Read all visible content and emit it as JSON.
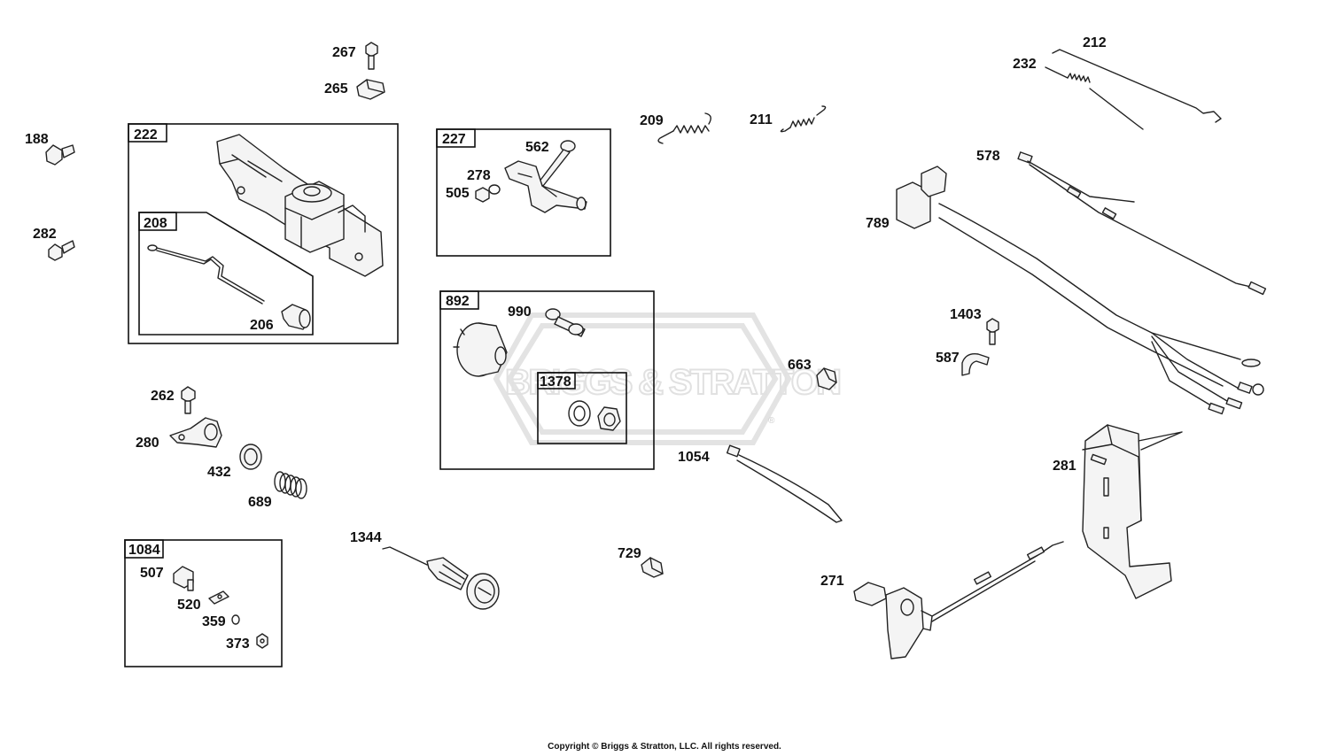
{
  "copyright": "Copyright © Briggs & Stratton, LLC. All rights reserved.",
  "watermark": {
    "text": "BRIGGS & STRATTON",
    "mark": "®"
  },
  "group_boxes": {
    "b222": "222",
    "b208": "208",
    "b227": "227",
    "b892": "892",
    "b1378": "1378",
    "b1084": "1084"
  },
  "part_labels": {
    "p267": "267",
    "p265": "265",
    "p188": "188",
    "p282": "282",
    "p206": "206",
    "p562": "562",
    "p278": "278",
    "p505": "505",
    "p209": "209",
    "p211": "211",
    "p212": "212",
    "p232": "232",
    "p578": "578",
    "p789": "789",
    "p990": "990",
    "p663": "663",
    "p1403": "1403",
    "p587": "587",
    "p262": "262",
    "p280": "280",
    "p432": "432",
    "p689": "689",
    "p1054": "1054",
    "p281": "281",
    "p507": "507",
    "p520": "520",
    "p359": "359",
    "p373": "373",
    "p1344": "1344",
    "p729": "729",
    "p271": "271"
  }
}
